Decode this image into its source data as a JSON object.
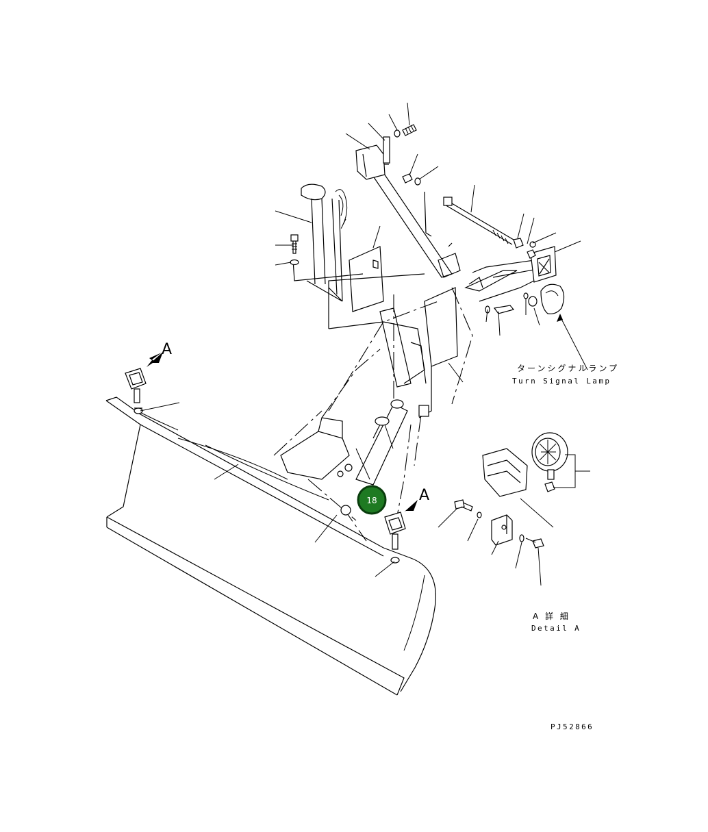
{
  "labels": {
    "turn_signal_jp": "ターンシグナルランプ",
    "turn_signal_en": "Turn Signal Lamp",
    "detail_jp": "A 詳 細",
    "detail_en": "Detail A",
    "view_arrow_left": "A",
    "view_arrow_right": "A",
    "drawing_number": "PJ52866"
  },
  "callout": {
    "number": "18",
    "color": "#1e7a22"
  }
}
